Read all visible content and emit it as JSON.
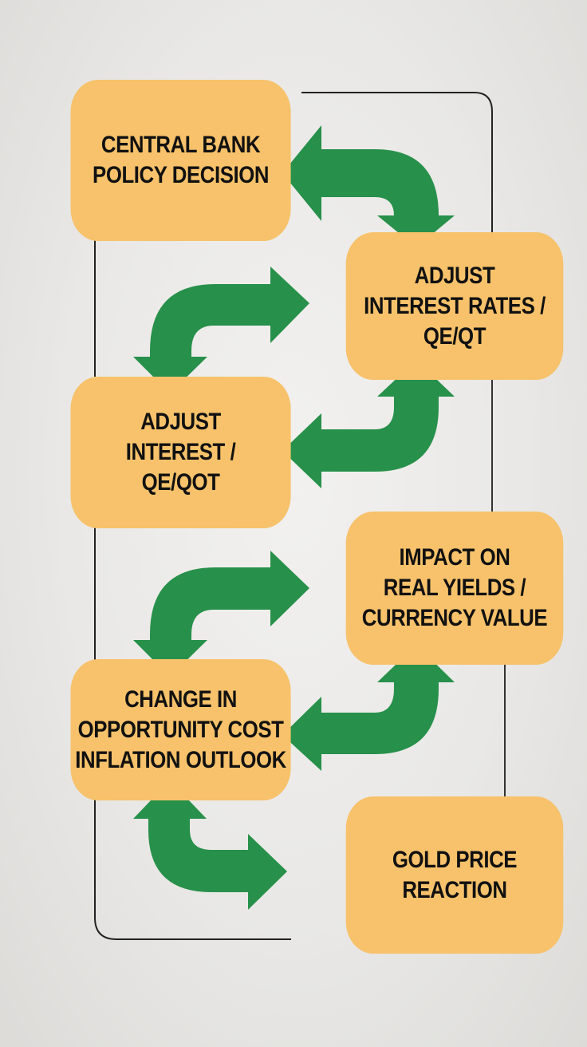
{
  "diagram": {
    "type": "flowchart",
    "colors": {
      "box_fill": "#f7c26b",
      "arrow_fill": "#27904a",
      "frame_stroke": "#222222",
      "background": "#ebeae8",
      "text": "#111111"
    },
    "nodes": [
      {
        "id": "n1",
        "lines": [
          "CENTRAL BANK",
          "POLICY DECISION"
        ]
      },
      {
        "id": "n2",
        "lines": [
          "ADJUST",
          "INTEREST RATES /",
          "QE/QT"
        ]
      },
      {
        "id": "n3",
        "lines": [
          "ADJUST",
          "INTEREST /",
          "QE/QOT"
        ]
      },
      {
        "id": "n4",
        "lines": [
          "IMPACT ON",
          "REAL YIELDS /",
          "CURRENCY VALUE"
        ]
      },
      {
        "id": "n5",
        "lines": [
          "CHANGE IN",
          "OPPORTUNITY COST",
          "INFLATION OUTLOOK"
        ]
      },
      {
        "id": "n6",
        "lines": [
          "GOLD PRICE",
          "REACTION"
        ]
      }
    ],
    "edges": [
      {
        "from": "n1",
        "to": "n2",
        "type": "bidirectional-elbow"
      },
      {
        "from": "n2",
        "to": "n3",
        "type": "bidirectional-elbow"
      },
      {
        "from": "n3",
        "to": "n2",
        "type": "bidirectional-elbow"
      },
      {
        "from": "n4",
        "to": "n5",
        "type": "bidirectional-elbow"
      },
      {
        "from": "n5",
        "to": "n4",
        "type": "bidirectional-elbow"
      },
      {
        "from": "n5",
        "to": "n6",
        "type": "bidirectional-elbow"
      }
    ]
  }
}
